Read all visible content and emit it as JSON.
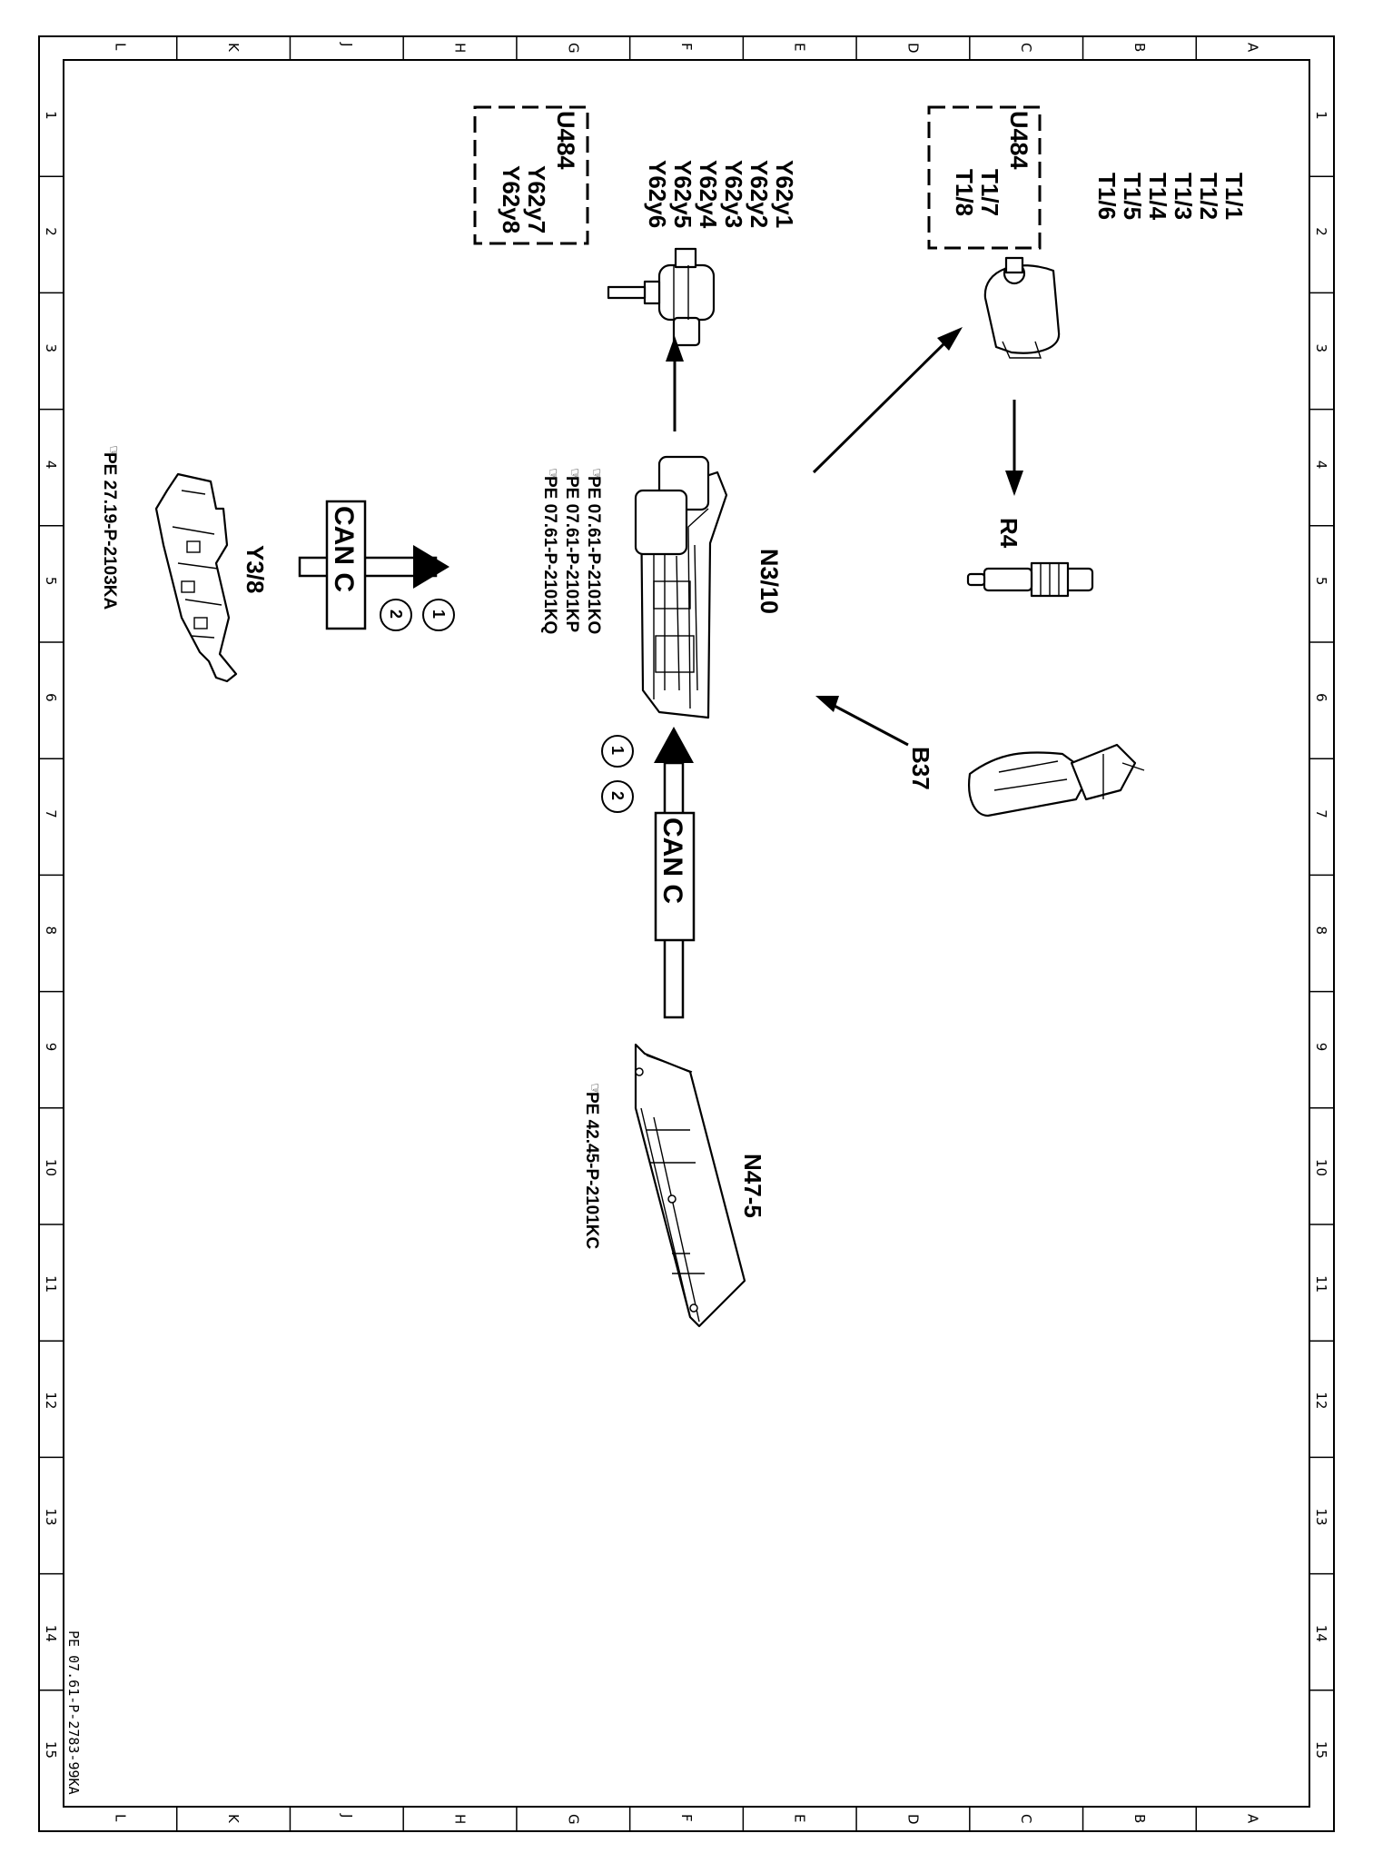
{
  "drawing_id": "PE 07.61-P-2783-99KA",
  "grid": {
    "columns": [
      "L",
      "K",
      "J",
      "H",
      "G",
      "F",
      "E",
      "D",
      "C",
      "B",
      "A"
    ],
    "rows": [
      "1",
      "2",
      "3",
      "4",
      "5",
      "6",
      "7",
      "8",
      "9",
      "10",
      "11",
      "12",
      "13",
      "14",
      "15"
    ]
  },
  "components": {
    "ecu": {
      "label": "N3/10",
      "refs": [
        "PE 07.61-P-2101KO",
        "PE 07.61-P-2101KP",
        "PE 07.61-P-2101KQ"
      ]
    },
    "injectors": {
      "labels": [
        "Y62y1",
        "Y62y2",
        "Y62y3",
        "Y62y4",
        "Y62y5",
        "Y62y6"
      ],
      "box_title": "U484",
      "box_items": [
        "Y62y7",
        "Y62y8"
      ]
    },
    "ignition_coils": {
      "labels": [
        "T1/1",
        "T1/2",
        "T1/3",
        "T1/4",
        "T1/5",
        "T1/6"
      ],
      "box_title": "U484",
      "box_items": [
        "T1/7",
        "T1/8"
      ]
    },
    "spark_plug": {
      "label": "R4"
    },
    "pedal_sensor": {
      "label": "B37"
    },
    "transmission_module": {
      "label": "Y3/8",
      "ref": "PE 27.19-P-2103KA"
    },
    "control_unit_n47": {
      "label": "N47-5",
      "ref": "PE 42.45-P-2101KC"
    }
  },
  "bus": {
    "text": "CAN C",
    "markers": [
      "1",
      "2"
    ]
  }
}
